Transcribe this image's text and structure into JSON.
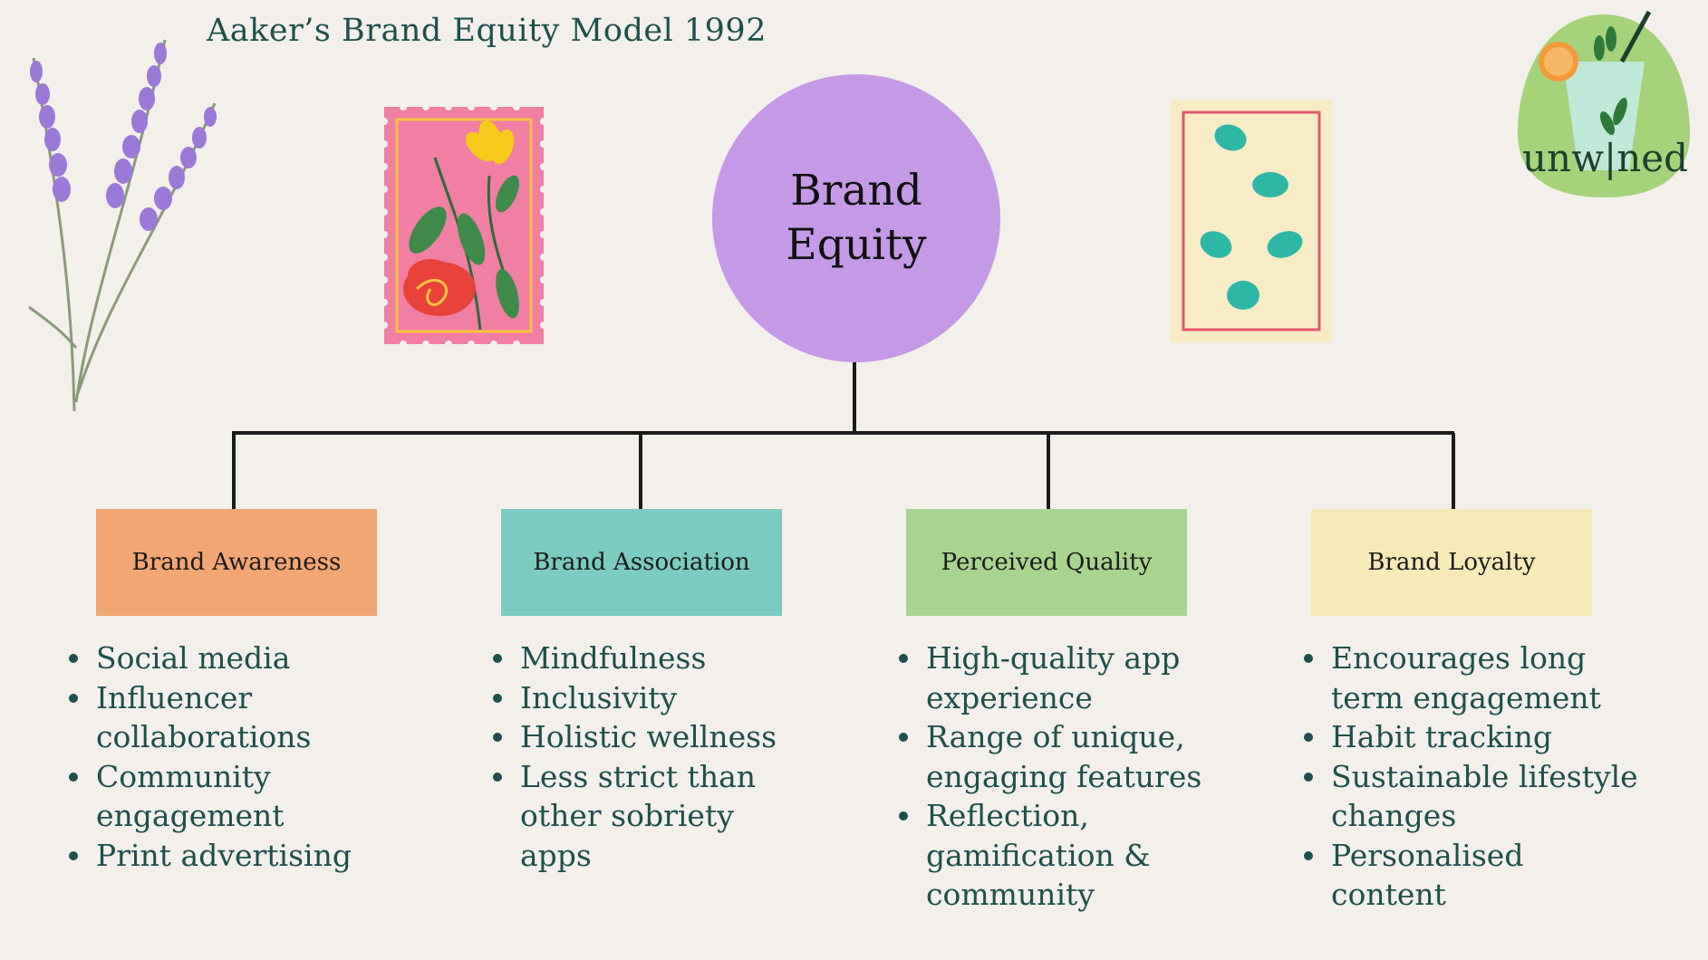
{
  "header": {
    "title": "Aaker’s Brand Equity Model 1992"
  },
  "logo": {
    "text": "unw|ned",
    "icon": "cocktail-glass-icon"
  },
  "center": {
    "label": "Brand Equity",
    "color": "#c49ae6"
  },
  "pillars": [
    {
      "label": "Brand Awareness",
      "color": "#f2a673",
      "items": [
        "Social media",
        "Influencer collaborations",
        "Community engagement",
        "Print advertising"
      ]
    },
    {
      "label": "Brand Association",
      "color": "#7ccbc0",
      "items": [
        "Mindfulness",
        "Inclusivity",
        "Holistic wellness",
        "Less strict than other sobriety apps"
      ]
    },
    {
      "label": "Perceived Quality",
      "color": "#a9d48f",
      "items": [
        "High-quality app experience",
        "Range of unique, engaging features",
        "Reflection, gamification & community"
      ]
    },
    {
      "label": "Brand Loyalty",
      "color": "#f6eab8",
      "items": [
        "Encourages long term engagement",
        "Habit tracking",
        "Sustainable lifestyle changes",
        "Personalised content"
      ]
    }
  ],
  "decorations": [
    "lavender-sprig-icon",
    "flower-stamp-icon",
    "shell-stamp-icon"
  ]
}
